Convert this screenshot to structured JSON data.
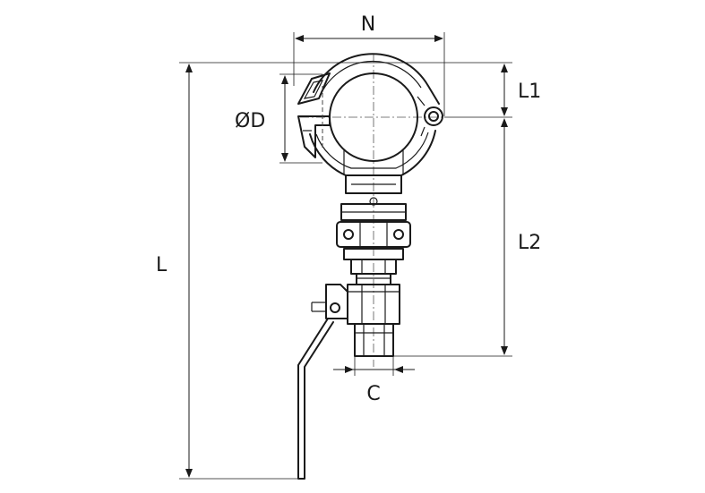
{
  "diagram": {
    "labels": {
      "n": "N",
      "l1": "L1",
      "od": "ØD",
      "l": "L",
      "l2": "L2",
      "c": "C"
    }
  }
}
